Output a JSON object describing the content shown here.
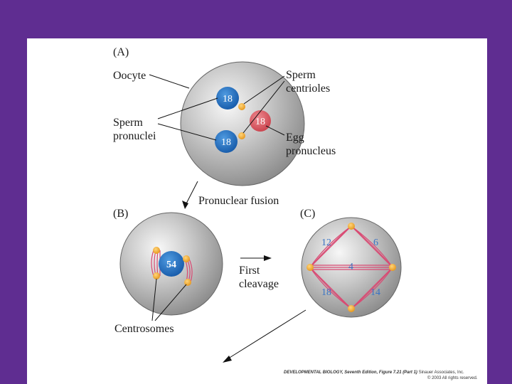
{
  "panels": {
    "a": {
      "tag": "(A)",
      "oocyte": "Oocyte",
      "sperm_pronuclei": [
        "Sperm",
        "pronuclei"
      ],
      "sperm_centrioles": [
        "Sperm",
        "centrioles"
      ],
      "egg_pronucleus": [
        "Egg",
        "pronucleus"
      ],
      "chromosomes_sperm_1": "18",
      "chromosomes_sperm_2": "18",
      "chromosomes_egg": "18"
    },
    "transition": "Pronuclear fusion",
    "b": {
      "tag": "(B)",
      "chromosomes_fused": "54",
      "centrosomes": "Centrosomes",
      "arrow_label": [
        "First",
        "cleavage"
      ]
    },
    "c": {
      "tag": "(C)",
      "counts": [
        "12",
        "6",
        "4",
        "18",
        "14"
      ]
    }
  },
  "caption": {
    "title": "DEVELOPMENTAL BIOLOGY, Seventh Edition, Figure 7.21 (Part 1)",
    "publisher": "Sinauer Associates, Inc.",
    "rights": "© 2003 All rights reserved."
  },
  "colors": {
    "frame": "#5f2d91",
    "sperm_pronucleus": "#1f73c4",
    "egg_pronucleus": "#d9545e",
    "centriole": "#f1a92b",
    "spindle": "#d94a73"
  }
}
